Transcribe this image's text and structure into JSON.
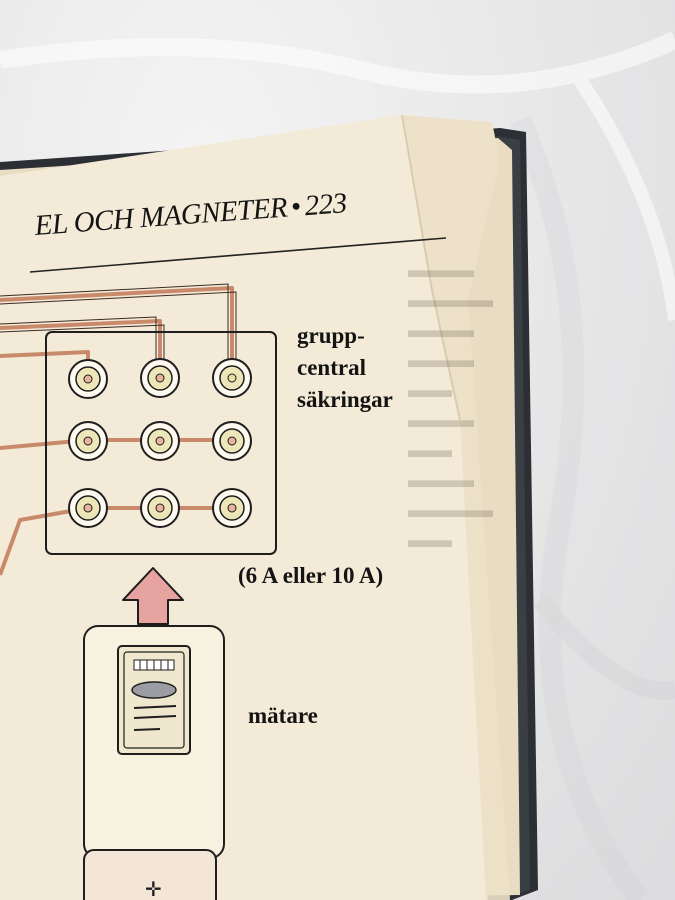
{
  "page": {
    "running_head": "EL OCH MAGNETER",
    "bullet": "•",
    "page_number": "223"
  },
  "diagram": {
    "fuse_box_label": [
      "grupp-",
      "central",
      "säkringar"
    ],
    "fuse_rating": "(6 A eller 10 A)",
    "meter_label": "mätare"
  },
  "colors": {
    "paper": "#f3ead7",
    "wire": "#c88a6a",
    "fuse_ring": "#ece6b8",
    "arrow": "#e7a3a0",
    "cover": "#2c3034",
    "background": "#e6e6e7"
  }
}
